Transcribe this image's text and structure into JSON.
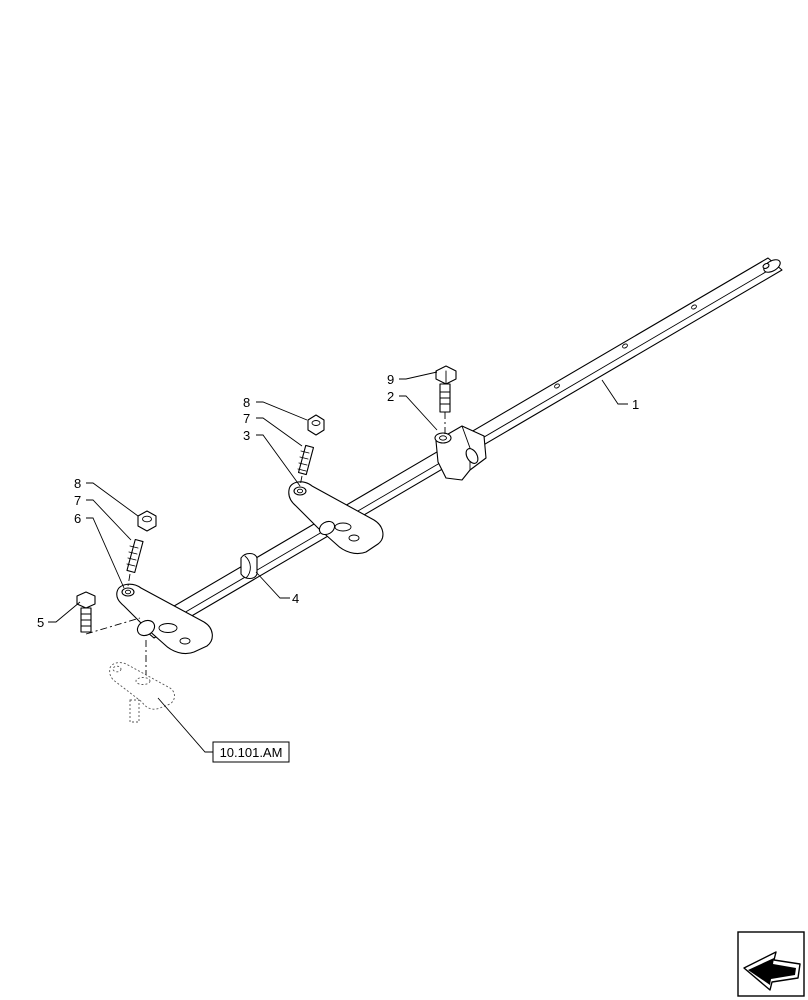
{
  "callouts": {
    "c1": "1",
    "c2": "2",
    "c3": "3",
    "c4": "4",
    "c5": "5",
    "c6": "6",
    "c7_left": "7",
    "c8_left": "8",
    "c7_mid": "7",
    "c8_mid": "8",
    "c9": "9"
  },
  "reference": {
    "label": "10.101.AM"
  },
  "nav_icon": "next-page-arrow-icon"
}
